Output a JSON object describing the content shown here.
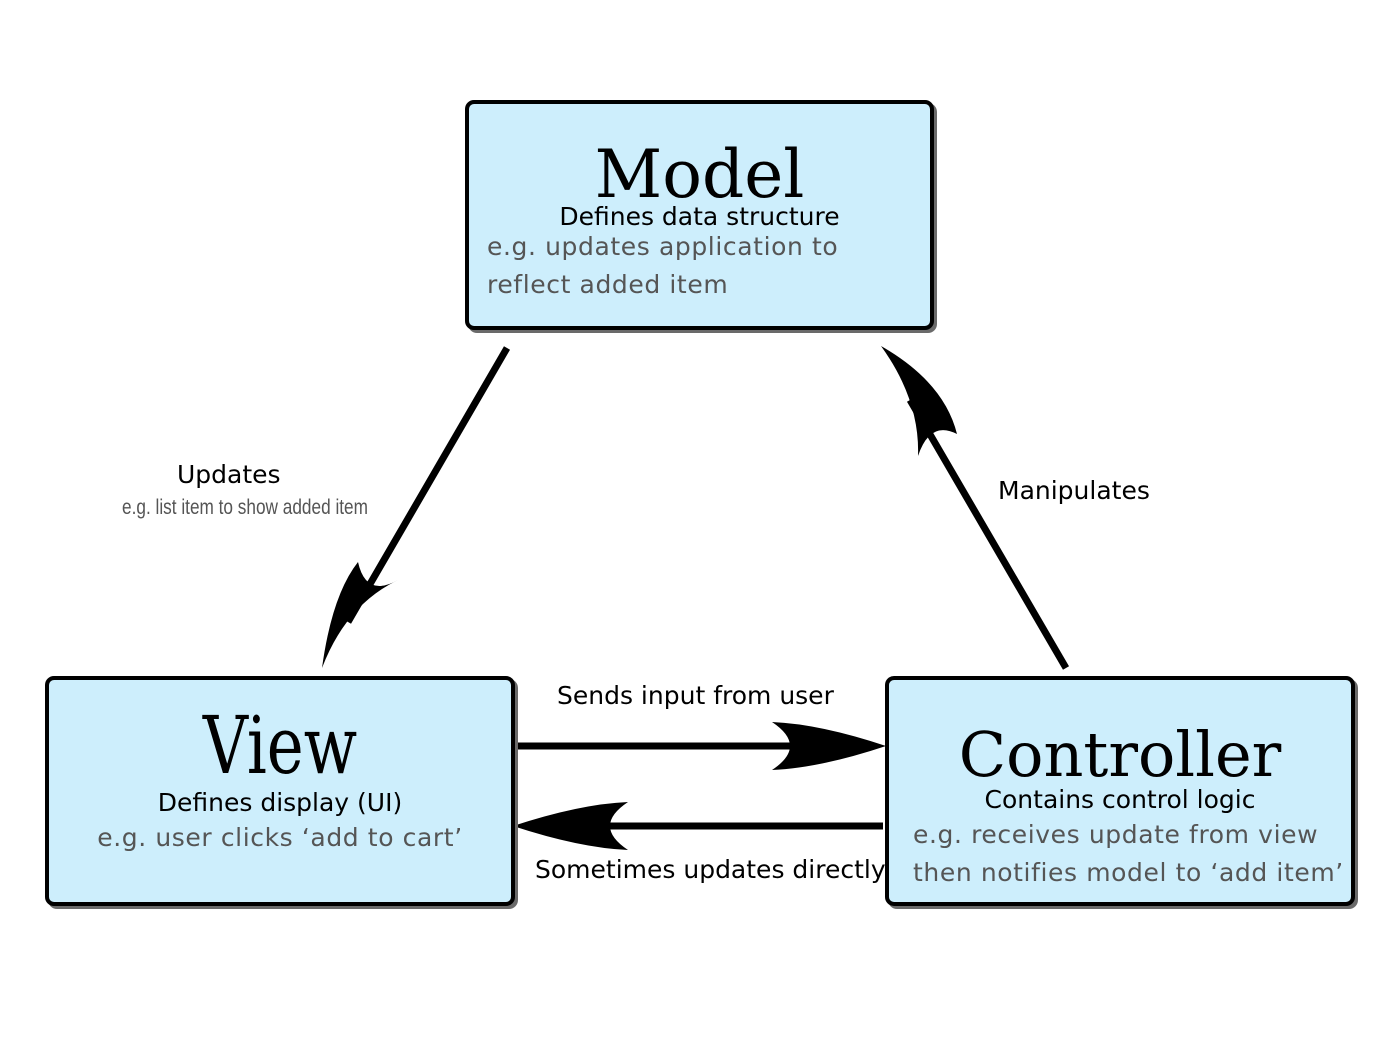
{
  "model": {
    "title": "Model",
    "subtitle": "Defines data structure",
    "example": "e.g. updates application to reflect added item"
  },
  "view": {
    "title": "View",
    "subtitle": "Defines display (UI)",
    "example": "e.g. user clicks ‘add to cart’"
  },
  "controller": {
    "title": "Controller",
    "subtitle": "Contains control logic",
    "example_line1": "e.g. receives update from view",
    "example_line2": "then notifies model to ‘add item’"
  },
  "edges": {
    "updates": {
      "label": "Updates",
      "example": "e.g. list item to show added item"
    },
    "manipulates": {
      "label": "Manipulates"
    },
    "sends_input": {
      "label": "Sends input from user"
    },
    "sometimes_updates": {
      "label": "Sometimes updates directly"
    }
  },
  "colors": {
    "box_fill": "#cdeefc",
    "box_border": "#000000",
    "example_text": "#555555"
  }
}
